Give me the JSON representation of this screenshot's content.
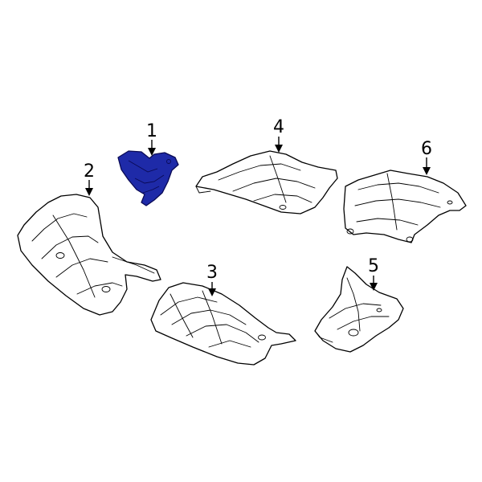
{
  "diagram": {
    "highlight_color": "#1e2aa8",
    "line_color": "#000000",
    "background": "#ffffff",
    "callouts": [
      {
        "label": "1",
        "part": "heat-shield-1",
        "highlighted": true
      },
      {
        "label": "2",
        "part": "heat-shield-2",
        "highlighted": false
      },
      {
        "label": "3",
        "part": "heat-shield-3",
        "highlighted": false
      },
      {
        "label": "4",
        "part": "heat-shield-4",
        "highlighted": false
      },
      {
        "label": "5",
        "part": "heat-shield-5",
        "highlighted": false
      },
      {
        "label": "6",
        "part": "heat-shield-6",
        "highlighted": false
      }
    ]
  }
}
